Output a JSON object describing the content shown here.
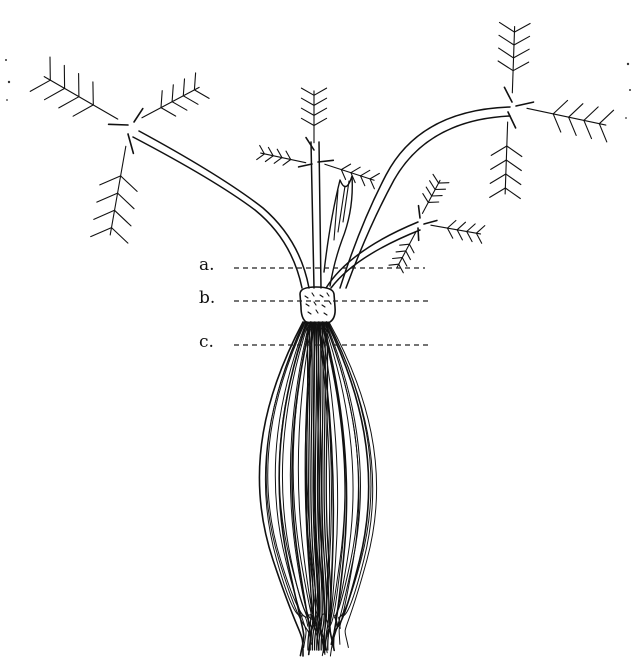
{
  "figure": {
    "labels": [
      {
        "id": "a",
        "text": "a."
      },
      {
        "id": "b",
        "text": "b."
      },
      {
        "id": "c",
        "text": "c."
      }
    ]
  },
  "colors": {
    "ink": "#111111",
    "paper": "#ffffff"
  }
}
